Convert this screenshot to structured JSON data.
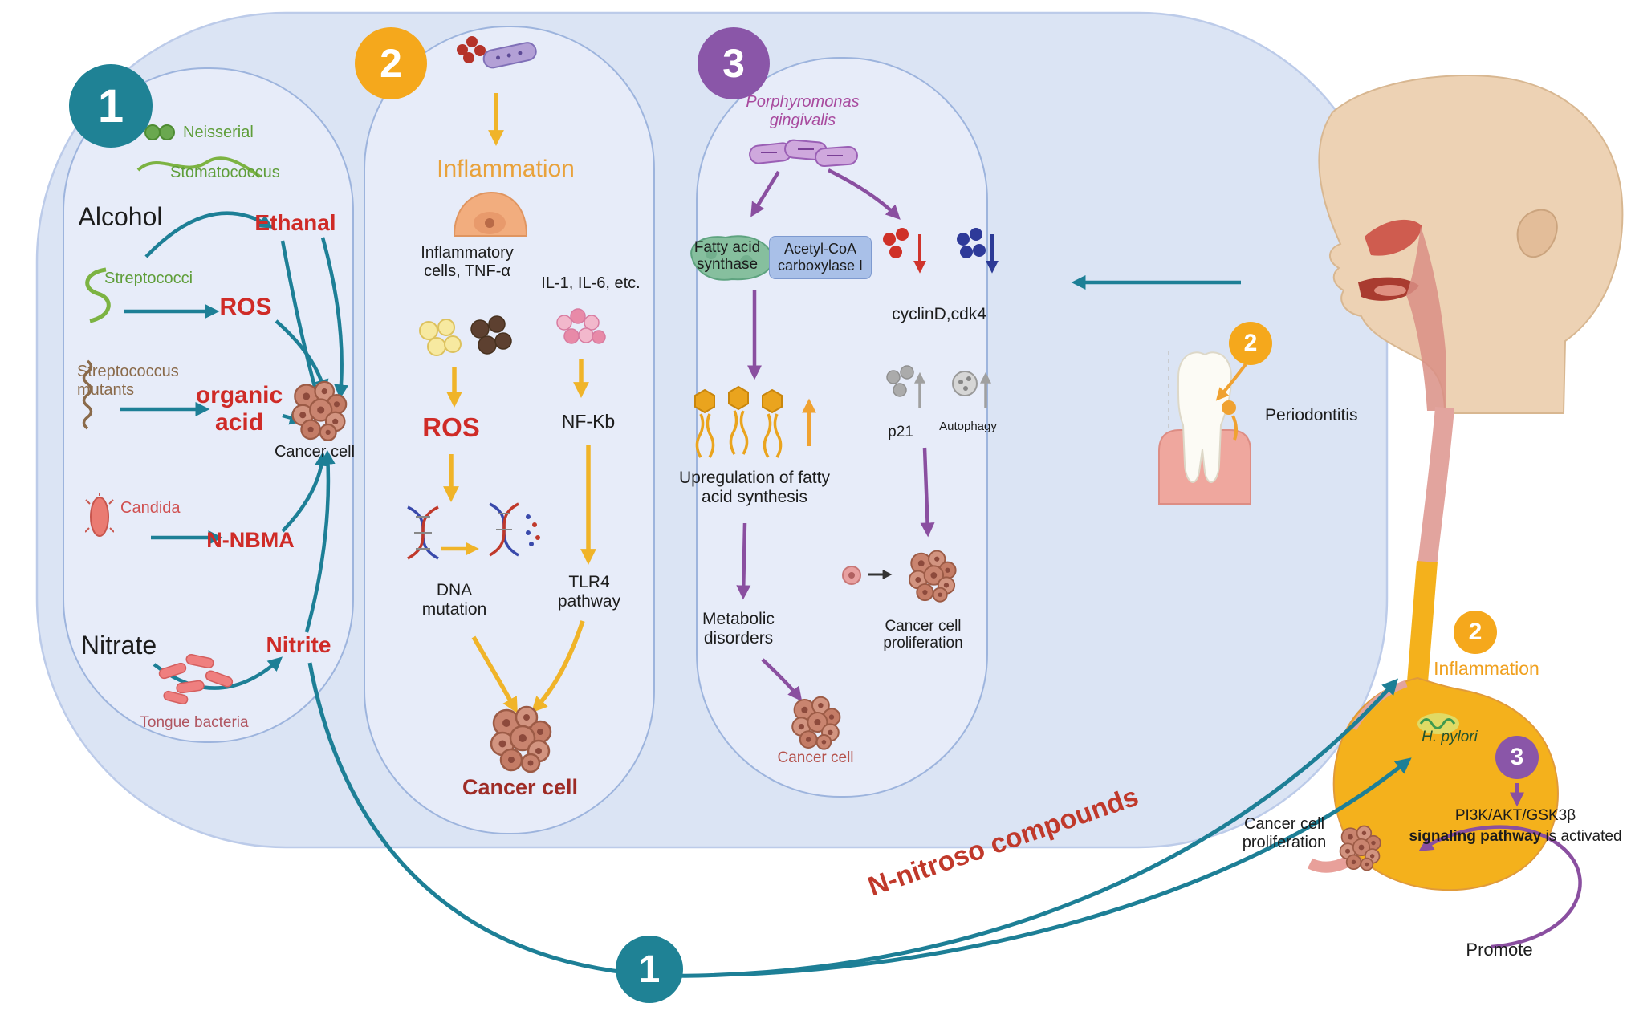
{
  "panel1": {
    "badge": "1",
    "neisserial": "Neisserial",
    "stomatococcus": "Stomatococcus",
    "alcohol": "Alcohol",
    "ethanal": "Ethanal",
    "streptococci": "Streptococci",
    "ros": "ROS",
    "strep_mutants": "Streptococcus mutants",
    "organic_acid": "organic acid",
    "cancer_cell": "Cancer cell",
    "candida": "Candida",
    "n_nbma": "N-NBMA",
    "nitrate": "Nitrate",
    "nitrite": "Nitrite",
    "tongue_bacteria": "Tongue bacteria"
  },
  "panel2": {
    "badge": "2",
    "inflammation": "Inflammation",
    "inflammatory_cells": "Inflammatory cells, TNF-α",
    "interleukins": "IL-1, IL-6, etc.",
    "ros": "ROS",
    "nfkb": "NF-Kb",
    "dna_mutation": "DNA mutation",
    "tlr4_pathway": "TLR4 pathway",
    "cancer_cell": "Cancer cell"
  },
  "panel3": {
    "badge": "3",
    "porphyromonas": "Porphyromonas gingivalis",
    "fatty_acid_synthase": "Fatty acid synthase",
    "acetyl_coa": "Acetyl-CoA carboxylase I",
    "cyclin_cdk": "cyclinD,cdk4",
    "upregulation": "Upregulation of fatty acid synthesis",
    "p21": "p21",
    "autophagy": "Autophagy",
    "metabolic_disorders": "Metabolic disorders",
    "cancer_proliferation": "Cancer cell proliferation",
    "cancer_cell": "Cancer cell"
  },
  "right": {
    "badge_2_tooth": "2",
    "periodontitis": "Periodontitis",
    "badge_2_stomach": "2",
    "inflammation": "Inflammation",
    "h_pylori": "H. pylori",
    "badge_3": "3",
    "pi3k_line": "PI3K/AKT/GSK3β",
    "signaling_bold": "signaling pathway",
    "signaling_rest": " is activated",
    "cancer_proliferation": "Cancer cell proliferation",
    "promote": "Promote",
    "badge_1": "1",
    "n_nitroso": "N-nitroso compounds"
  },
  "colors": {
    "teal": "#1d7f96",
    "orange_badge": "#f5a81c",
    "purple_badge": "#8a56a8",
    "red_label": "#cf2b27",
    "green_label": "#5f9e3a",
    "yellow_arrow": "#f0b429",
    "purple_arrow": "#8a4fa0",
    "panel_fill": "#e7ecf9",
    "blob_fill": "#dbe4f4"
  }
}
